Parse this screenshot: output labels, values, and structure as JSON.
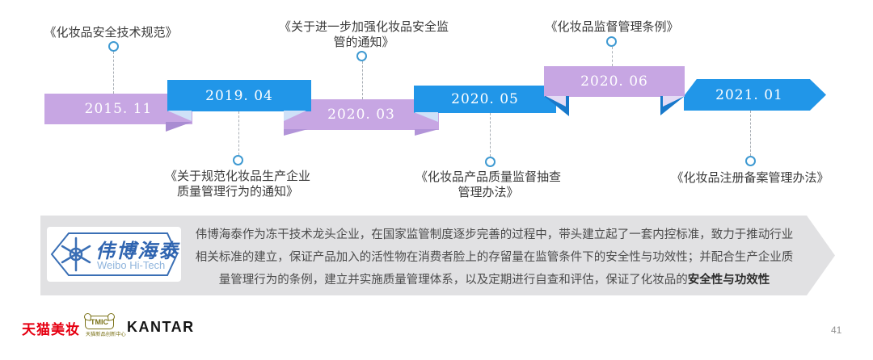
{
  "timeline": {
    "events": [
      {
        "date": "2015. 11",
        "label": "《化妆品安全技术规范》",
        "side": "top"
      },
      {
        "date": "2019. 04",
        "label": "《关于规范化妆品生产企业\n质量管理行为的通知》",
        "side": "bottom"
      },
      {
        "date": "2020. 03",
        "label": "《关于进一步加强化妆品安全监\n管的通知》",
        "side": "top"
      },
      {
        "date": "2020. 05",
        "label": "《化妆品产品质量监督抽查\n管理办法》",
        "side": "bottom"
      },
      {
        "date": "2020. 06",
        "label": "《化妆品监督管理条例》",
        "side": "top"
      },
      {
        "date": "2021. 01",
        "label": "《化妆品注册备案管理办法》",
        "side": "bottom"
      }
    ],
    "colors": {
      "purple": "#c7a6e3",
      "blue": "#2196e8"
    }
  },
  "summary_banner": {
    "logo": {
      "name": "伟博海泰",
      "subtitle": "Weibo Hi-Tech"
    },
    "lines": [
      "伟博海泰作为冻干技术龙头企业，在国家监管制度逐步完善的过程中，带头建立起了一套内控标准，致力于推动行业",
      "相关标准的建立，保证产品加入的活性物在消费者脸上的存留量在监管条件下的安全性与功效性；并配合生产企业质"
    ],
    "line3_prefix": "量管理行为的条例，建立并实施质量管理体系，以及定期进行自查和评估，保证了化妆品的",
    "line3_bold": "安全性与功效性",
    "background": "#e1e1e3"
  },
  "footer": {
    "tmall_beauty": "天猫美妆",
    "tmic": "TMIC",
    "tmic_caption": "天猫新品创新中心",
    "kantar": "KANTAR",
    "page_number": "41"
  }
}
